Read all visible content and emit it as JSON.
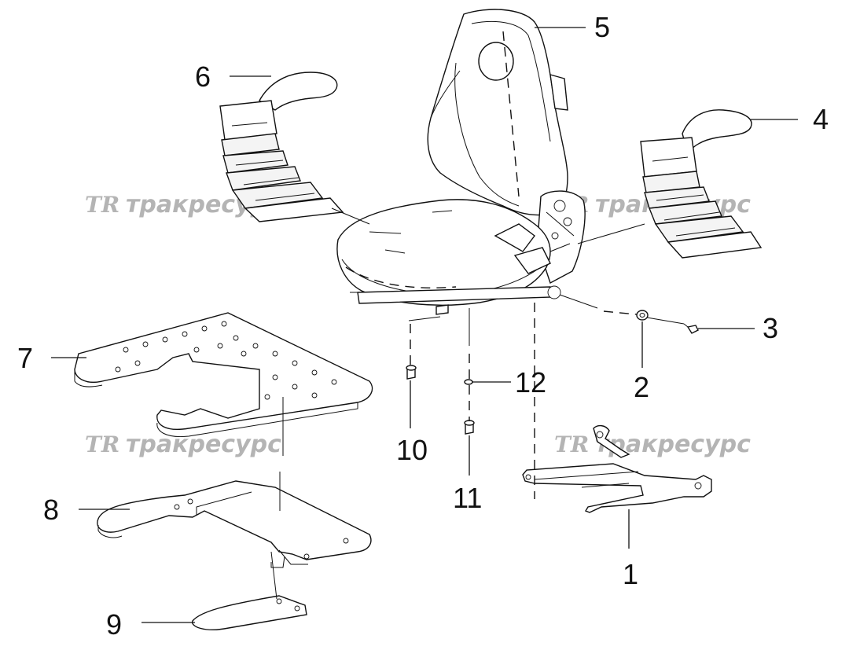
{
  "watermark": {
    "logo": "TR",
    "text": "тракресурс"
  },
  "callouts": [
    {
      "id": "1",
      "label": "1"
    },
    {
      "id": "2",
      "label": "2"
    },
    {
      "id": "3",
      "label": "3"
    },
    {
      "id": "4",
      "label": "4"
    },
    {
      "id": "5",
      "label": "5"
    },
    {
      "id": "6",
      "label": "6"
    },
    {
      "id": "7",
      "label": "7"
    },
    {
      "id": "8",
      "label": "8"
    },
    {
      "id": "9",
      "label": "9"
    },
    {
      "id": "10",
      "label": "10"
    },
    {
      "id": "11",
      "label": "11"
    },
    {
      "id": "12",
      "label": "12"
    }
  ],
  "colors": {
    "line": "#111111",
    "watermark": "#b4b4b4",
    "background": "#ffffff"
  }
}
